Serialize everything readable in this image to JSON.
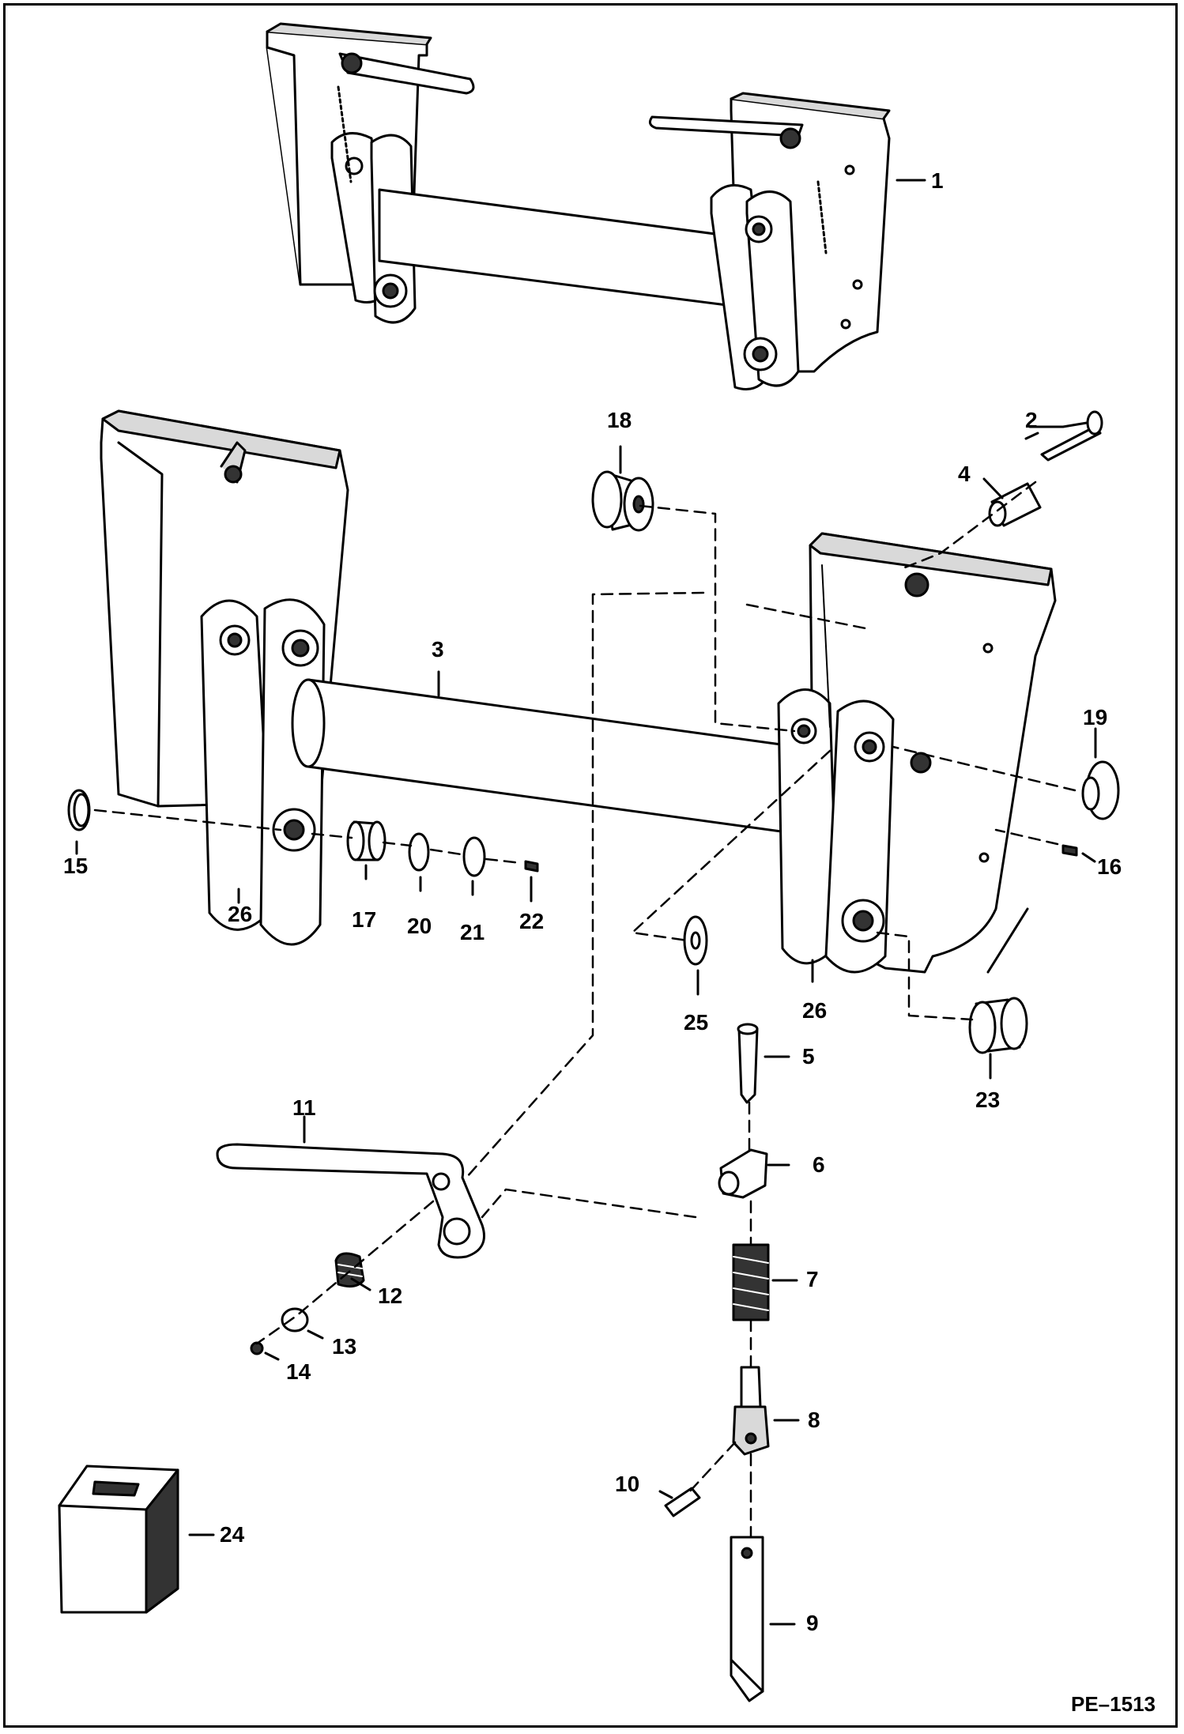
{
  "figure_id": "PE–1513",
  "callouts": {
    "c1": "1",
    "c2": "2",
    "c3": "3",
    "c4": "4",
    "c5": "5",
    "c6": "6",
    "c7": "7",
    "c8": "8",
    "c9": "9",
    "c10": "10",
    "c11": "11",
    "c12": "12",
    "c13": "13",
    "c14": "14",
    "c15": "15",
    "c16": "16",
    "c17": "17",
    "c18": "18",
    "c19": "19",
    "c20": "20",
    "c21": "21",
    "c22": "22",
    "c23": "23",
    "c24": "24",
    "c25": "25",
    "c26a": "26",
    "c26b": "26"
  },
  "colors": {
    "line": "#000000",
    "shade": "#d9d9d9",
    "dark": "#333333",
    "paper": "#ffffff"
  }
}
